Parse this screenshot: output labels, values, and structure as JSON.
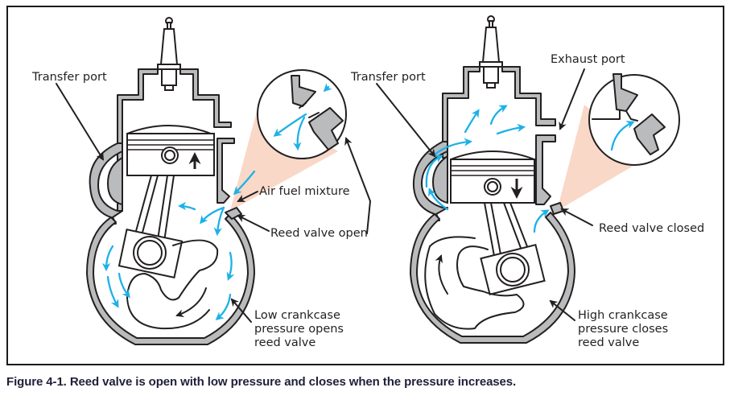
{
  "figure": {
    "caption": "Figure 4-1. Reed valve is open with low pressure and closes when the pressure increases.",
    "colors": {
      "flow_arrow": "#1db1e8",
      "wall_gray": "#b9bbbd",
      "zoom_cone": "#f9d8c8",
      "outline": "#231f20",
      "caption_text": "#1f1f3a"
    }
  },
  "left_engine": {
    "state": "piston moving up, reed valve open",
    "labels": {
      "transfer_port": "Transfer port",
      "air_fuel_mixture": "Air fuel mixture",
      "reed_valve": "Reed valve open",
      "pressure_line1": "Low crankcase",
      "pressure_line2": "pressure opens",
      "pressure_line3": "reed valve"
    },
    "piston_direction": "up"
  },
  "right_engine": {
    "state": "piston moving down, reed valve closed",
    "labels": {
      "transfer_port": "Transfer port",
      "exhaust_port": "Exhaust port",
      "reed_valve": "Reed valve closed",
      "pressure_line1": "High crankcase",
      "pressure_line2": "pressure closes",
      "pressure_line3": "reed valve"
    },
    "piston_direction": "down"
  }
}
